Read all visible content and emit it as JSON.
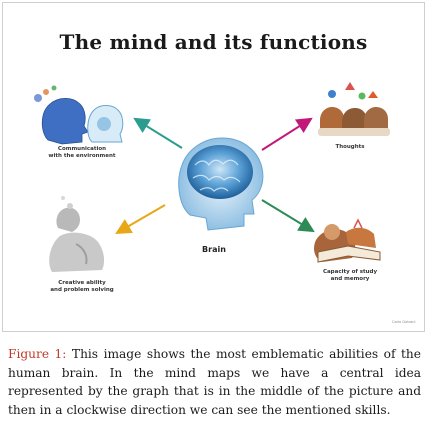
{
  "figure": {
    "title": "The mind and its functions",
    "center_label": "Brain",
    "nodes": {
      "top_left": [
        "Communication",
        "with the environment"
      ],
      "top_right": [
        "Thoughts"
      ],
      "bottom_left": [
        "Creative ability",
        "and problem solving"
      ],
      "bottom_right": [
        "Capacity of study",
        "and memory"
      ]
    },
    "watermark": "Carlo Galvani",
    "colors": {
      "arrow_top_left": "#2a9d8f",
      "arrow_top_right": "#c2187a",
      "arrow_bottom_left": "#e6a817",
      "arrow_bottom_right": "#2e8b57",
      "brain": "#4a90c8"
    }
  },
  "caption": {
    "label": "Figure 1:",
    "text": " This image shows the most emblematic abilities of the human brain. In the mind maps we have a central idea represented by the graph that is in the middle of the picture and then in a clockwise direction we can see the mentioned skills."
  }
}
